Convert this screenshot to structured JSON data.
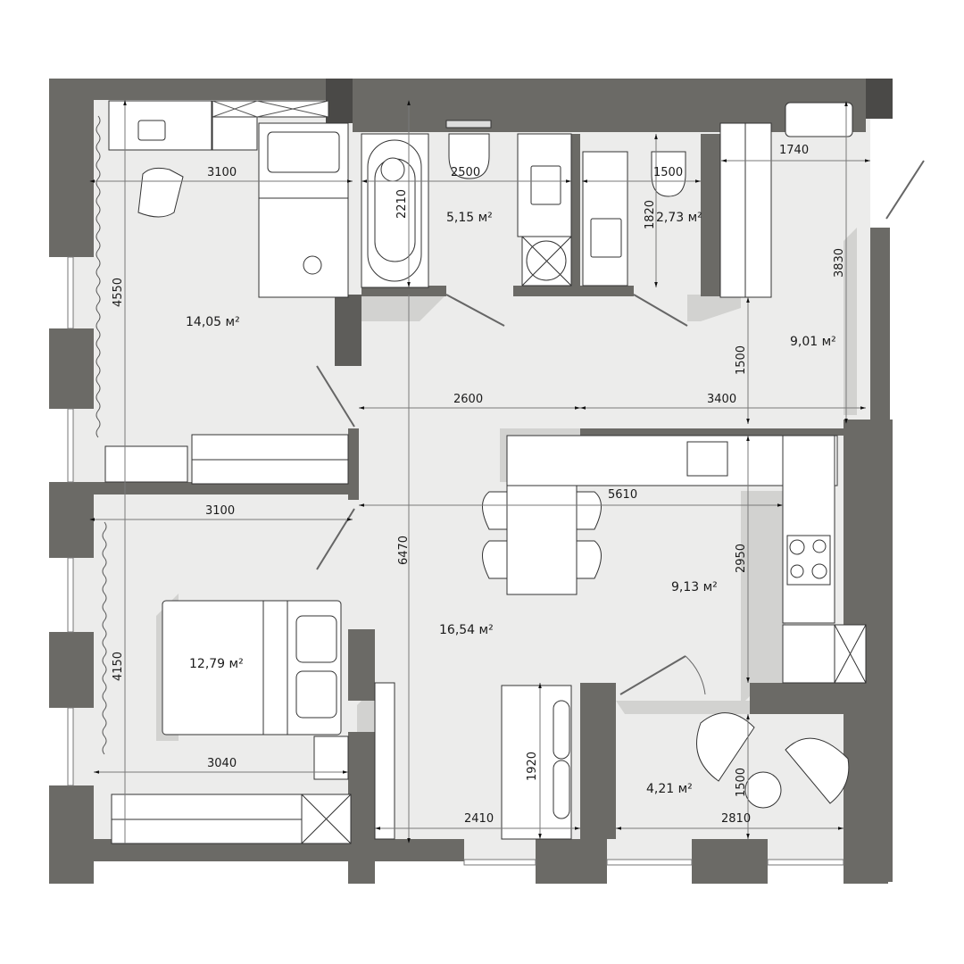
{
  "colors": {
    "wall_outer": "#6b6a66",
    "wall_dark": "#4a4947",
    "floor": "#ececeb",
    "shadow": "#cfcfcd",
    "furniture": "#ffffff",
    "line": "#2a2a2a",
    "dim_line": "#8a8a8a"
  },
  "rooms": [
    {
      "id": "kids-room",
      "area": "14,05 м²"
    },
    {
      "id": "bathroom",
      "area": "5,15 м²"
    },
    {
      "id": "toilet",
      "area": "2,73 м²"
    },
    {
      "id": "hallway",
      "area": "9,01 м²"
    },
    {
      "id": "kitchen",
      "area": "9,13 м²"
    },
    {
      "id": "living-room",
      "area": "16,54 м²"
    },
    {
      "id": "bedroom",
      "area": "12,79 м²"
    },
    {
      "id": "balcony",
      "area": "4,21 м²"
    }
  ],
  "dimensions": {
    "kids_width": "3100",
    "kids_height": "4550",
    "bath_height": "2210",
    "bath_width": "2500",
    "toilet_width": "1500",
    "toilet_height": "1820",
    "entry_width": "1740",
    "hall_height": "3830",
    "hall_passage": "1500",
    "corridor_left": "2600",
    "corridor_right": "3400",
    "closet_width": "3100",
    "living_height": "6470",
    "kitchen_width": "5610",
    "kitchen_height": "2950",
    "bedroom_height": "4150",
    "bedroom_width": "3040",
    "sofa_length": "1920",
    "living_bottom": "2410",
    "balcony_width": "2810",
    "balcony_height": "1500"
  }
}
